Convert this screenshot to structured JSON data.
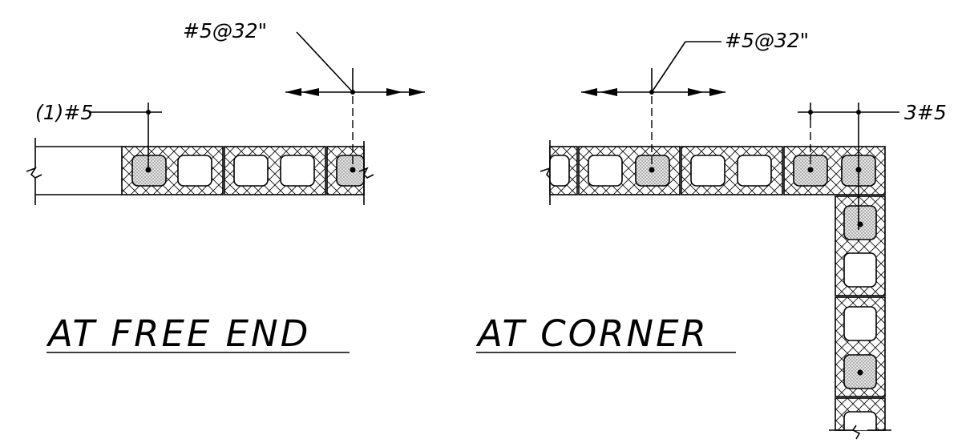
{
  "free_end": {
    "title": "AT FREE END",
    "bar_callout": "(1)#5",
    "spacing_callout": "#5@32\""
  },
  "corner": {
    "title": "AT CORNER",
    "spacing_callout": "#5@32\"",
    "bar_callout": "3#5"
  }
}
